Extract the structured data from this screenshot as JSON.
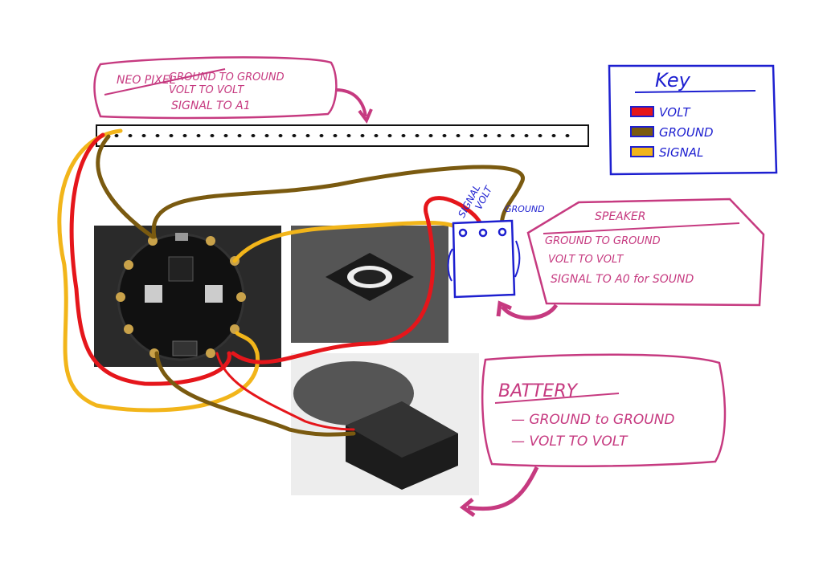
{
  "neopixel_note": {
    "title": "NEO PIXEL",
    "lines": [
      "GROUND TO GROUND",
      "VOLT TO VOLT",
      "SIGNAL TO A1"
    ]
  },
  "key": {
    "title": "Key",
    "items": [
      {
        "label": "VOLT",
        "color": "#e5161b"
      },
      {
        "label": "GROUND",
        "color": "#7a5a10"
      },
      {
        "label": "SIGNAL",
        "color": "#f2b51a"
      }
    ]
  },
  "speaker_pins": {
    "signal": "SIGNAL",
    "volt": "VOLT",
    "ground": "GROUND"
  },
  "speaker_note": {
    "title": "SPEAKER",
    "lines": [
      "GROUND TO GROUND",
      "VOLT TO VOLT",
      "SIGNAL TO A0 for SOUND"
    ]
  },
  "battery_note": {
    "title": "BATTERY",
    "lines": [
      "— GROUND to GROUND",
      "— VOLT TO VOLT"
    ]
  },
  "colors": {
    "annotation": "#c63a80",
    "sketch": "#1d1fd0",
    "volt": "#e5161b",
    "ground": "#7a5a10",
    "signal": "#f2b51a"
  }
}
